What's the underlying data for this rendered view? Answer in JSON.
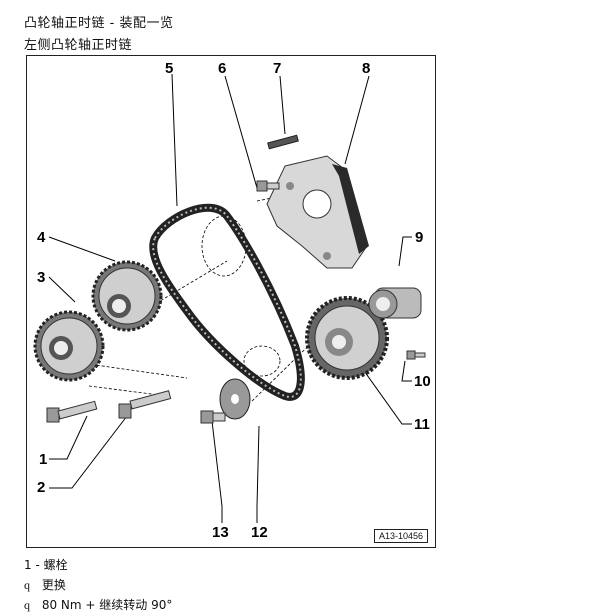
{
  "header": {
    "title": "凸轮轴正时链 - 装配一览",
    "subtitle": "左侧凸轮轴正时链"
  },
  "figure": {
    "callouts": [
      "1",
      "2",
      "3",
      "4",
      "5",
      "6",
      "7",
      "8",
      "9",
      "10",
      "11",
      "12",
      "13"
    ],
    "reference_code": "A13-10456"
  },
  "legend": {
    "item_number": "1 -",
    "item_label": "螺栓",
    "bullet_q": "q",
    "note_1": "更换",
    "bullet_2": "q",
    "note_2": "80 Nm + 继续转动 90°"
  }
}
